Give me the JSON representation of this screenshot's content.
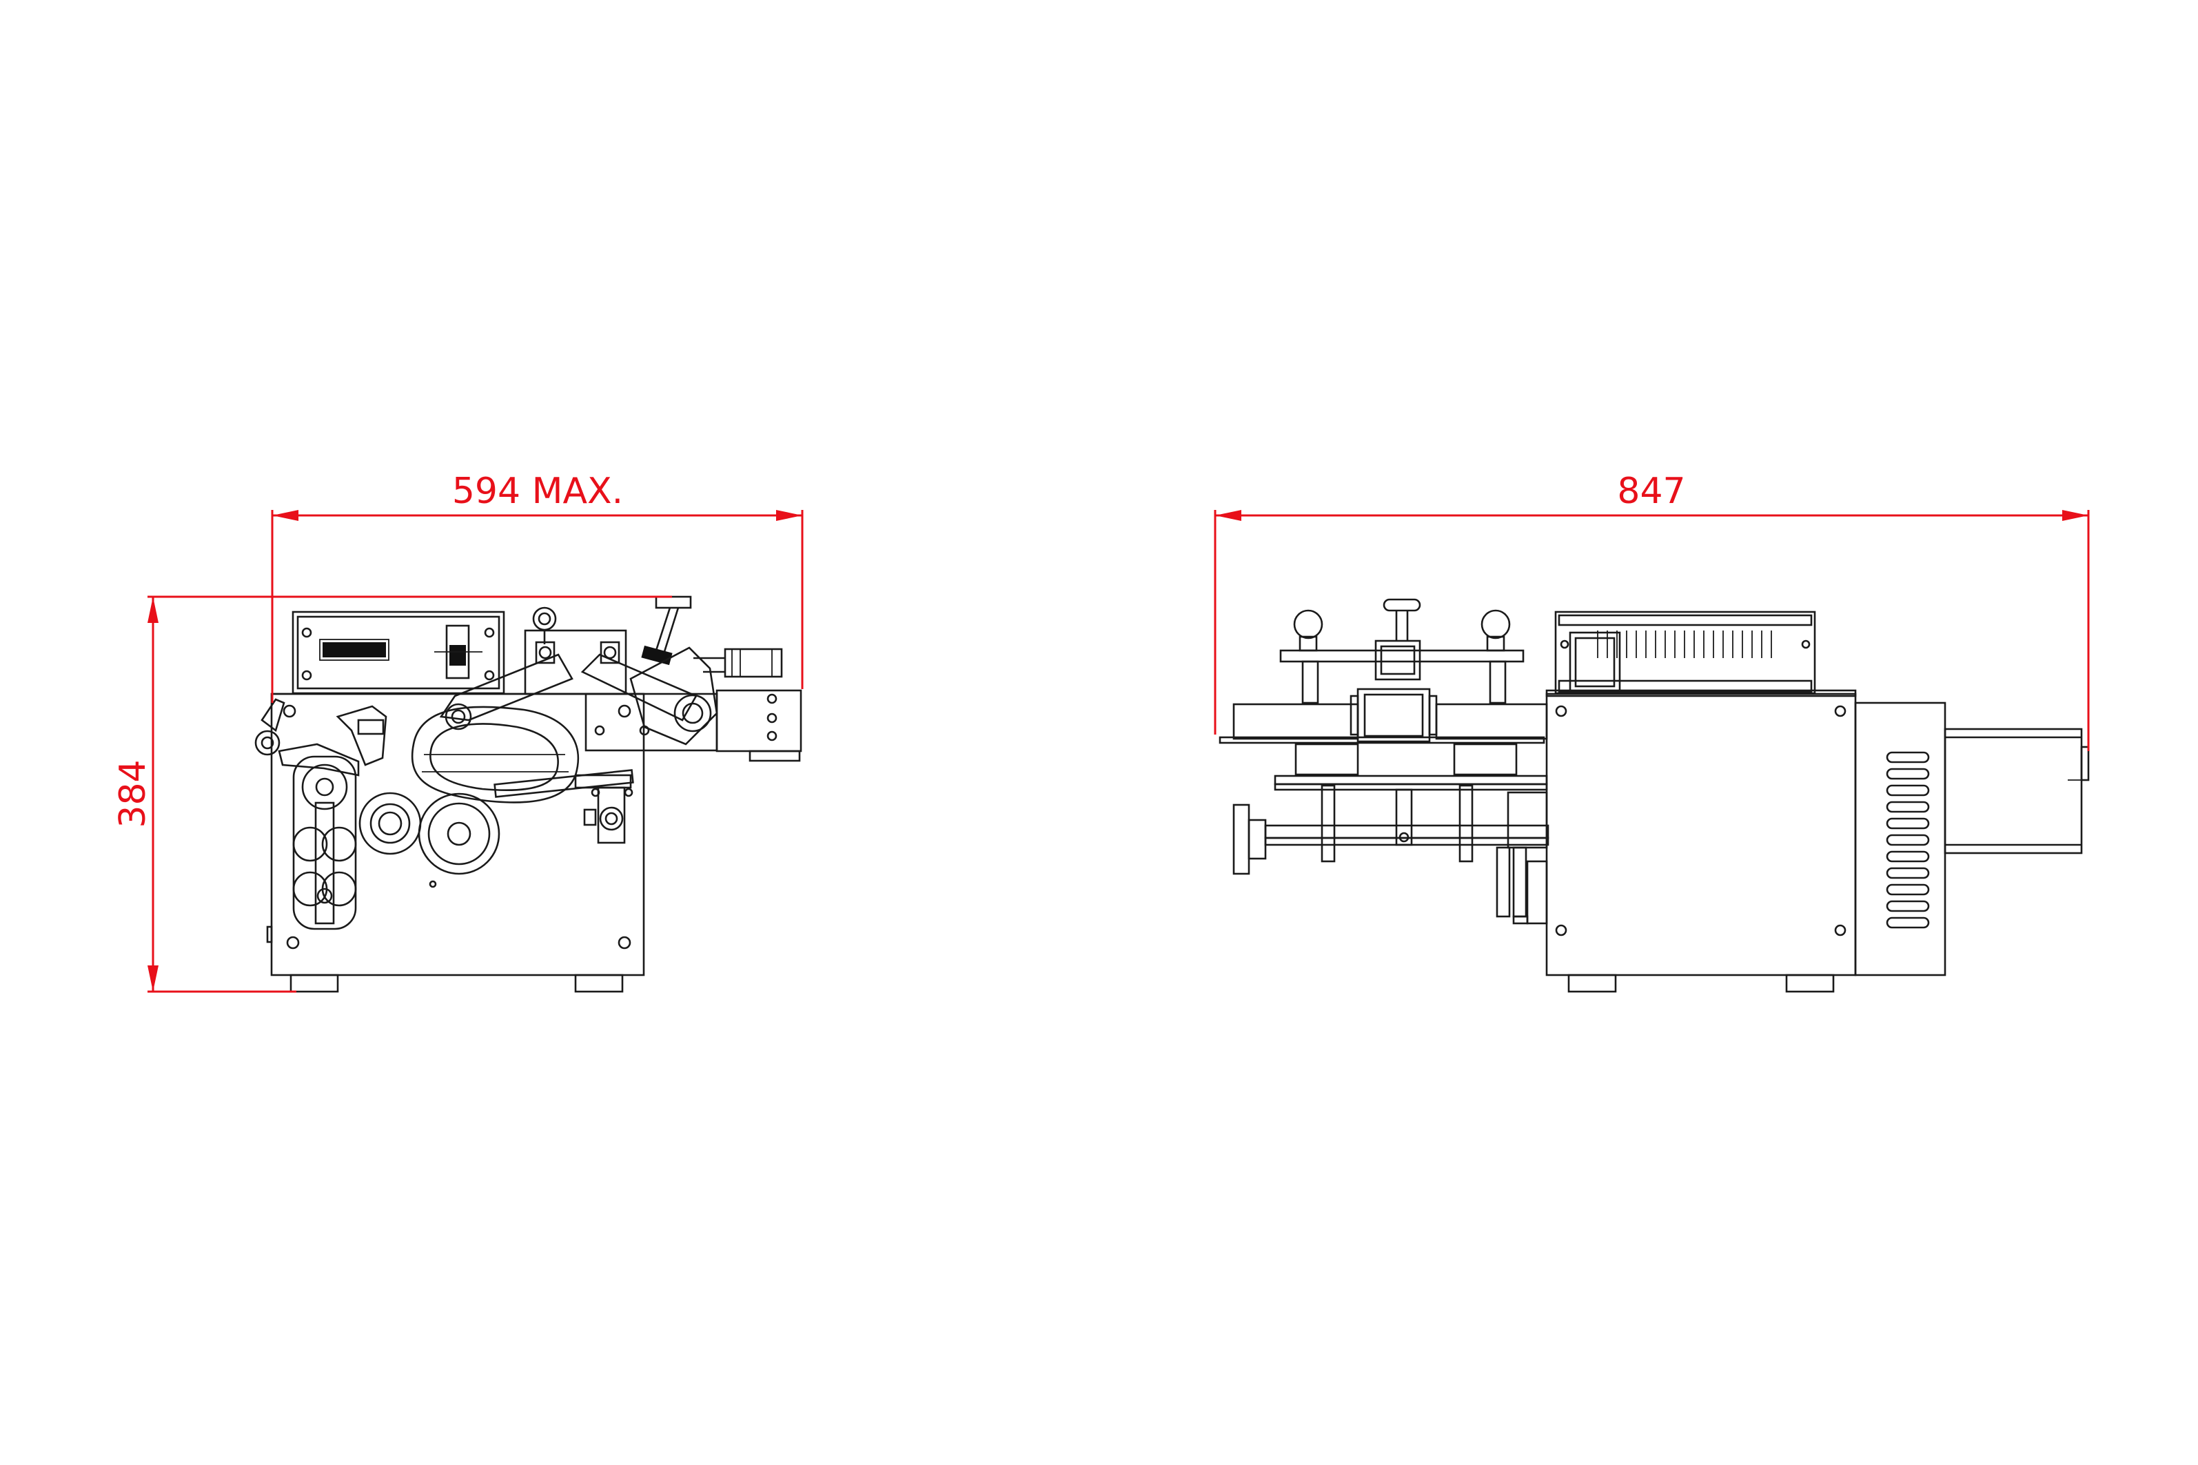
{
  "dimensions": {
    "front_width": "594 MAX.",
    "front_height": "384",
    "side_length": "847"
  },
  "colors": {
    "dimension": "#e8101a",
    "outline": "#1a1a1a",
    "background": "#ffffff"
  }
}
